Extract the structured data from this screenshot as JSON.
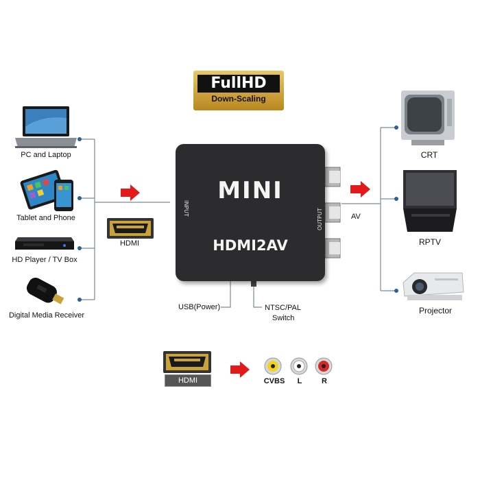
{
  "badge": {
    "main": "FullHD",
    "sub": "Down-Scaling"
  },
  "converter": {
    "brand": "MINI",
    "model": "HDMI2AV",
    "input_label": "INPUT",
    "output_label": "OUTPUT"
  },
  "sources": [
    {
      "label": "PC and Laptop",
      "icon": "laptop-icon"
    },
    {
      "label": "Tablet and Phone",
      "icon": "tablet-phone-icon"
    },
    {
      "label": "HD Player / TV Box",
      "icon": "bluray-player-icon"
    },
    {
      "label": "Digital Media Receiver",
      "icon": "media-dongle-icon"
    }
  ],
  "outputs": [
    {
      "label": "CRT",
      "icon": "crt-tv-icon"
    },
    {
      "label": "RPTV",
      "icon": "rear-projection-tv-icon"
    },
    {
      "label": "Projector",
      "icon": "projector-icon"
    }
  ],
  "connections": {
    "hdmi_label": "HDMI",
    "av_label": "AV",
    "usb_label": "USB(Power)",
    "switch_label_line1": "NTSC/PAL",
    "switch_label_line2": "Switch"
  },
  "legend": {
    "hdmi_label": "HDMI",
    "cvbs_label": "CVBS",
    "l_label": "L",
    "r_label": "R"
  },
  "colors": {
    "arrow": "#e21a1a",
    "line": "#7a8a99",
    "dot": "#2f5f97",
    "box": "#2c2c2e",
    "badge_gold": "#c99a2e"
  }
}
